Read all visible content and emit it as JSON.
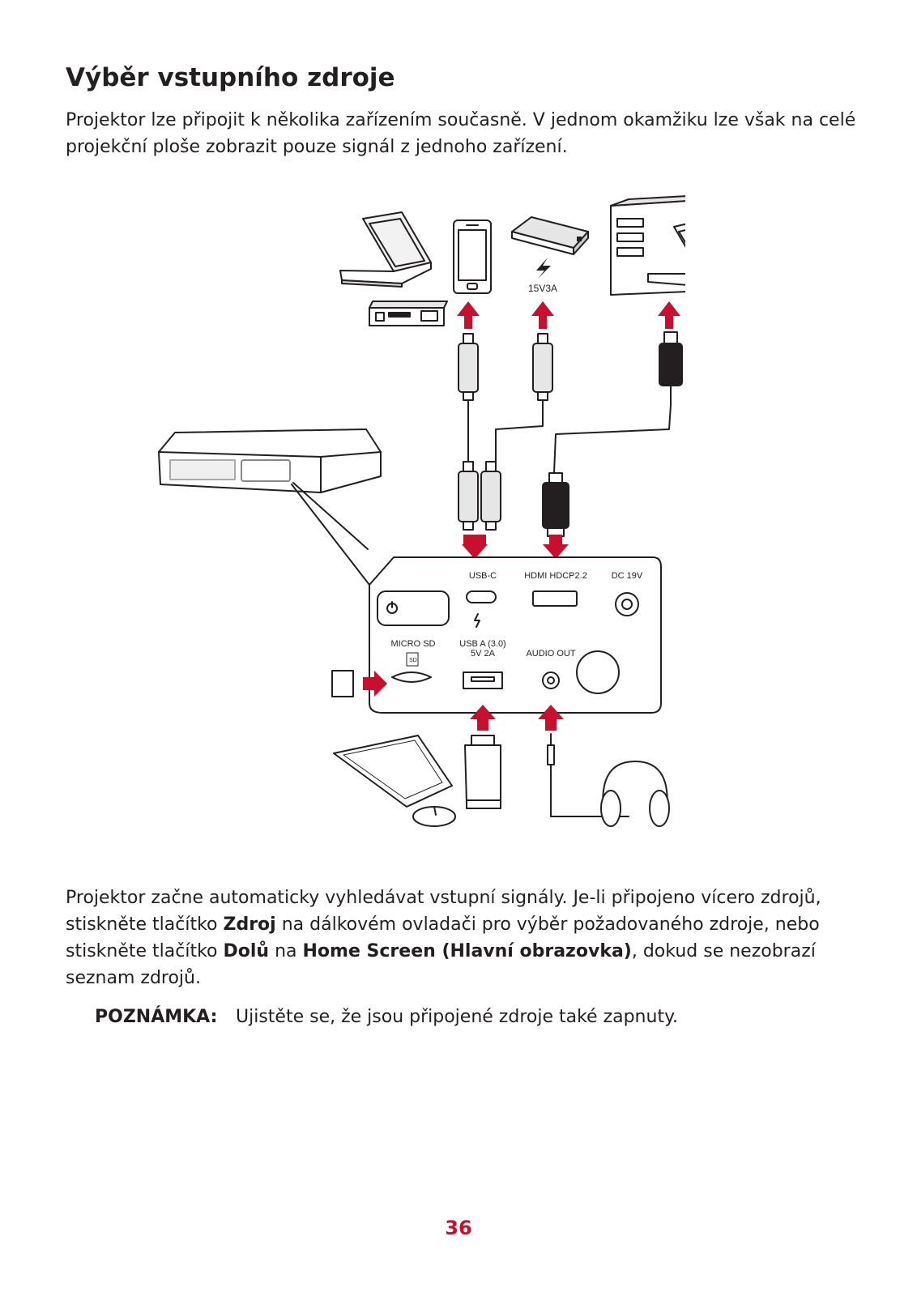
{
  "title": "Výběr vstupního zdroje",
  "intro": "Projektor lze připojit k několika zařízením současně. V jednom okamžiku lze však na celé projekční ploše zobrazit pouze signál z jednoho zařízení.",
  "diagram": {
    "power_label": "15V3A",
    "ports": {
      "usb_c": "USB-C",
      "hdmi": "HDMI HDCP2.2",
      "dc": "DC 19V",
      "micro_sd": "MICRO SD",
      "sd_badge": "SD",
      "usb_a_line1": "USB A (3.0)",
      "usb_a_line2": "5V 2A",
      "audio_out": "AUDIO OUT"
    },
    "colors": {
      "accent": "#c8102e",
      "line": "#231f20"
    }
  },
  "body": {
    "p1": "Projektor začne automaticky vyhledávat vstupní signály. Je-li připojeno vícero zdrojů, stiskněte tlačítko ",
    "b1": "Zdroj",
    "p2": " na dálkovém ovladači pro výběr požadovaného zdroje, nebo stiskněte tlačítko ",
    "b2": "Dolů",
    "p3": " na ",
    "b3": "Home Screen (Hlavní obrazovka)",
    "p4": ", dokud se nezobrazí seznam zdrojů."
  },
  "note": {
    "label": "POZNÁMKA:",
    "text": "Ujistěte se, že jsou připojené zdroje také zapnuty."
  },
  "page_number": "36"
}
